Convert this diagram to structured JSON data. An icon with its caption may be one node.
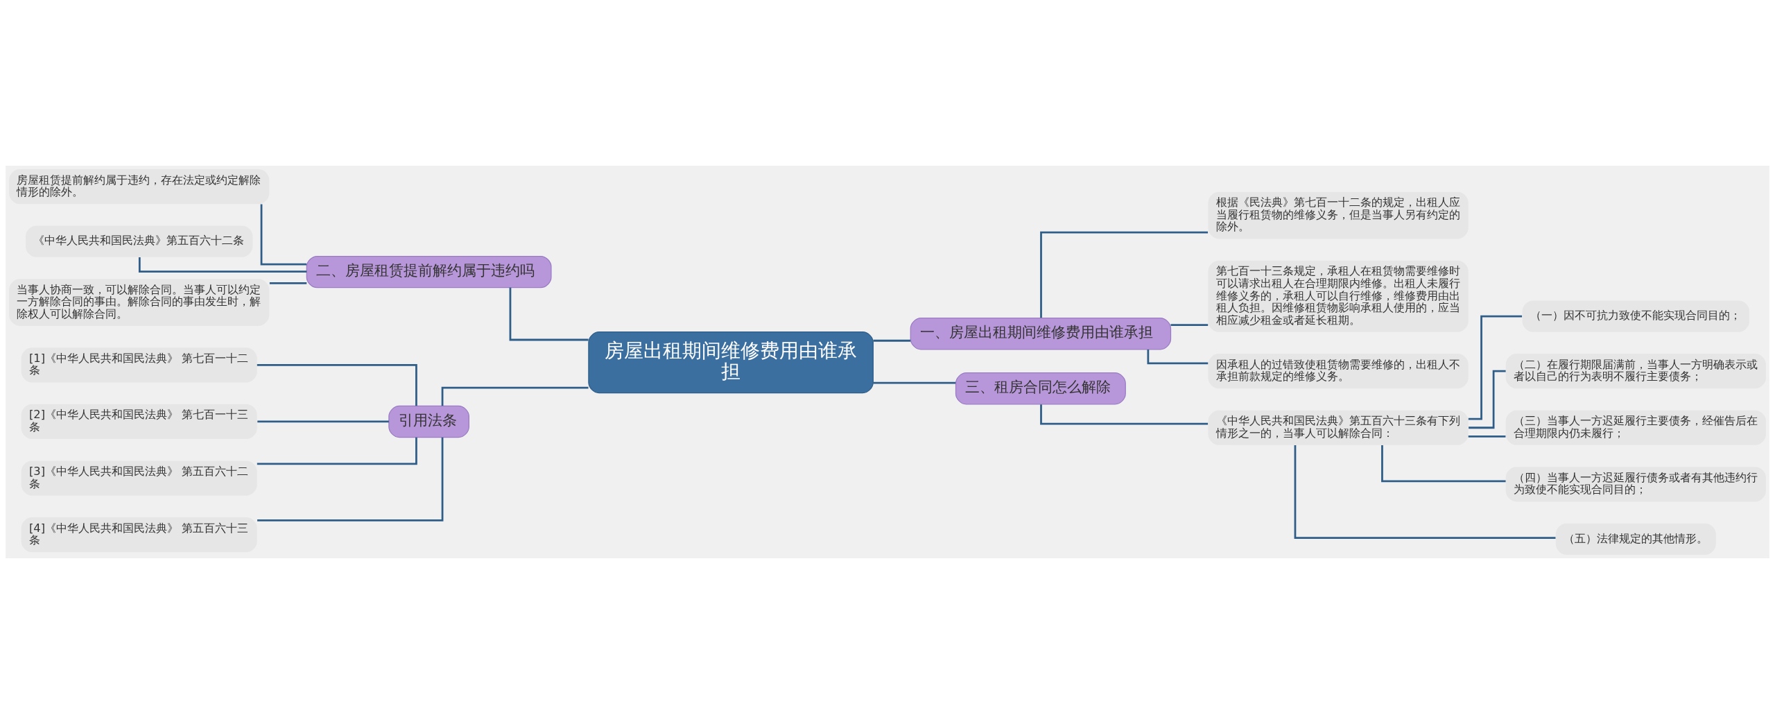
{
  "diagram": {
    "nodes": [
      {
        "text": [
          "房屋出租期间维修费用由谁承担"
        ]
      },
      {
        "text": [
          "一、房屋出租期间维修费用由谁承担"
        ]
      },
      {
        "text": [
          "根据《民法典》第七百一十二条的规定，出租人应当履行租赁物的维修义务，但是当事人另有约定的除外。"
        ]
      },
      {
        "text": [
          "第七百一十三条规定，承租人在租赁物需要维修时可以请求出租人在合理期限内维修。出租人未履行维修义务的，承租人可以自行维修，维修费用由出租人负担。因维修租赁物影响承租人使用的，应当相应减少租金或者延长租期。"
        ]
      },
      {
        "text": [
          "因承租人的过错致使租赁物需要维修的，出租人不承担前款规定的维修义务。"
        ]
      },
      {
        "text": [
          "三、租房合同怎么解除"
        ]
      },
      {
        "text": [
          "《中华人民共和国民法典》第五百六十三条有下列情形之一的，当事人可以解除合同："
        ]
      },
      {
        "text": [
          "（一）因不可抗力致使不能实现合同目的；"
        ]
      },
      {
        "text": [
          "（二）在履行期限届满前，当事人一方明确表示或者以自己的行为表明不履行主要债务；"
        ]
      },
      {
        "text": [
          "（三）当事人一方迟延履行主要债务，经催告后在合理期限内仍未履行；"
        ]
      },
      {
        "text": [
          "（四）当事人一方迟延履行债务或者有其他违约行为致使不能实现合同目的；"
        ]
      },
      {
        "text": [
          "（五）法律规定的其他情形。"
        ]
      },
      {
        "text": [
          "二、房屋租赁提前解约属于违约吗"
        ]
      },
      {
        "text": [
          "房屋租赁提前解约属于违约，存在法定或约定解除情形的除外。"
        ]
      },
      {
        "text": [
          "《中华人民共和国民法典》第五百六十二条"
        ]
      },
      {
        "text": [
          "当事人协商一致，可以解除合同。当事人可以约定一方解除合同的事由。解除合同的事由发生时，解除权人可以解除合同。"
        ]
      },
      {
        "text": [
          "引用法条"
        ]
      },
      {
        "text": [
          "[1]《中华人民共和国民法典》 第七百一十二条"
        ]
      },
      {
        "text": [
          "[2]《中华人民共和国民法典》 第七百一十三条"
        ]
      },
      {
        "text": [
          "[3]《中华人民共和国民法典》 第五百六十二条"
        ]
      },
      {
        "text": [
          "[4]《中华人民共和国民法典》 第五百六十三条"
        ]
      }
    ],
    "edges": [
      {
        "from": 0,
        "to": 1,
        "arrow": "none"
      },
      {
        "from": 1,
        "to": 2,
        "arrow": "none"
      },
      {
        "from": 1,
        "to": 3,
        "arrow": "none"
      },
      {
        "from": 1,
        "to": 4,
        "arrow": "none"
      },
      {
        "from": 0,
        "to": 5,
        "arrow": "none"
      },
      {
        "from": 5,
        "to": 6,
        "arrow": "none"
      },
      {
        "from": 6,
        "to": 7,
        "arrow": "none"
      },
      {
        "from": 6,
        "to": 8,
        "arrow": "none"
      },
      {
        "from": 6,
        "to": 9,
        "arrow": "none"
      },
      {
        "from": 6,
        "to": 10,
        "arrow": "none"
      },
      {
        "from": 6,
        "to": 11,
        "arrow": "none"
      },
      {
        "from": 0,
        "to": 12,
        "arrow": "none"
      },
      {
        "from": 12,
        "to": 13,
        "arrow": "none"
      },
      {
        "from": 12,
        "to": 14,
        "arrow": "none"
      },
      {
        "from": 12,
        "to": 15,
        "arrow": "none"
      },
      {
        "from": 0,
        "to": 16,
        "arrow": "none"
      },
      {
        "from": 16,
        "to": 17,
        "arrow": "none"
      },
      {
        "from": 16,
        "to": 18,
        "arrow": "none"
      },
      {
        "from": 16,
        "to": 19,
        "arrow": "none"
      },
      {
        "from": 16,
        "to": 20,
        "arrow": "none"
      }
    ]
  }
}
